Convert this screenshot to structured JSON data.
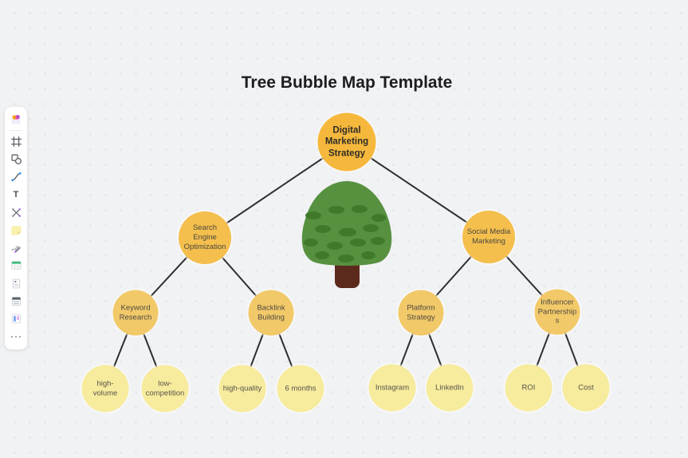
{
  "diagram": {
    "title": "Tree Bubble Map Template",
    "type": "tree-bubble-map",
    "nodes": [
      {
        "id": "root",
        "label": "Digital Marketing Strategy",
        "level": 1,
        "parent": null
      },
      {
        "id": "seo",
        "label": "Search Engine Optimization",
        "level": 2,
        "parent": "root"
      },
      {
        "id": "social-media",
        "label": "Social Media Marketing",
        "level": 2,
        "parent": "root"
      },
      {
        "id": "keyword-research",
        "label": "Keyword Research",
        "level": 3,
        "parent": "seo"
      },
      {
        "id": "backlink-building",
        "label": "Backlink Building",
        "level": 3,
        "parent": "seo"
      },
      {
        "id": "platform-strategy",
        "label": "Platform Strategy",
        "level": 3,
        "parent": "social-media"
      },
      {
        "id": "influencer-partnerships",
        "label": "Influencer Partnerships",
        "level": 3,
        "parent": "social-media"
      },
      {
        "id": "high-volume",
        "label": "high-volume",
        "level": 4,
        "parent": "keyword-research"
      },
      {
        "id": "low-competition",
        "label": "low-competition",
        "level": 4,
        "parent": "keyword-research"
      },
      {
        "id": "high-quality",
        "label": "high-quality",
        "level": 4,
        "parent": "backlink-building"
      },
      {
        "id": "six-months",
        "label": "6 months",
        "level": 4,
        "parent": "backlink-building"
      },
      {
        "id": "instagram",
        "label": "Instagram",
        "level": 4,
        "parent": "platform-strategy"
      },
      {
        "id": "linkedin",
        "label": "LinkedIn",
        "level": 4,
        "parent": "platform-strategy"
      },
      {
        "id": "roi",
        "label": "ROI",
        "level": 4,
        "parent": "influencer-partnerships"
      },
      {
        "id": "cost",
        "label": "Cost",
        "level": 4,
        "parent": "influencer-partnerships"
      }
    ],
    "colors": {
      "level1_fill": "#F6B83C",
      "level2_fill": "#F4BF4D",
      "level3_fill": "#F2C969",
      "level4_fill": "#F7EB9D",
      "edge_stroke": "#2E2E2E",
      "canvas_background": "#F1F2F4",
      "tree_canopy": "#579140",
      "tree_spots": "#41792B",
      "tree_trunk": "#5C2A1C"
    }
  },
  "app": {
    "toolbar": {
      "items": [
        {
          "icon": "templates-icon"
        },
        {
          "icon": "frame-icon"
        },
        {
          "icon": "shapes-icon"
        },
        {
          "icon": "connector-icon"
        },
        {
          "icon": "text-icon",
          "glyph": "T"
        },
        {
          "icon": "mind-map-icon"
        },
        {
          "icon": "sticky-note-icon"
        },
        {
          "icon": "pen-icon"
        },
        {
          "icon": "table-icon"
        },
        {
          "icon": "note-icon"
        },
        {
          "icon": "list-icon"
        },
        {
          "icon": "kanban-icon"
        },
        {
          "icon": "more-icon"
        }
      ]
    }
  }
}
